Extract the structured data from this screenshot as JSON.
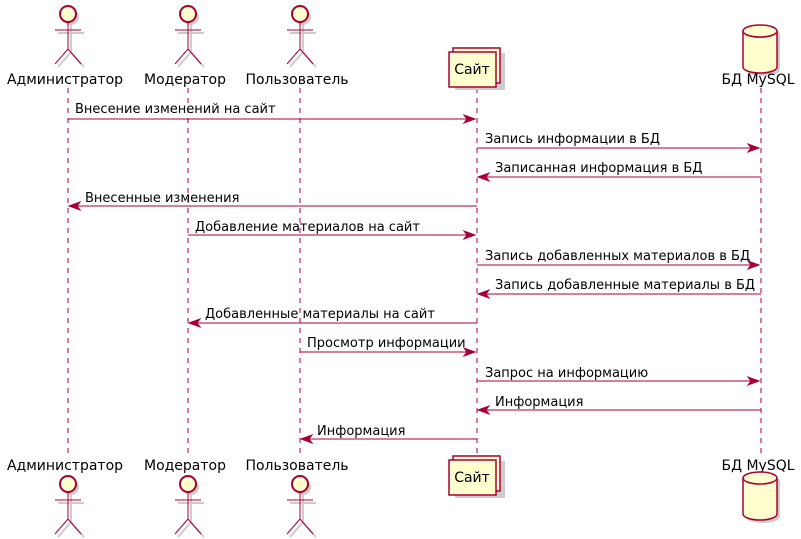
{
  "participants": {
    "admin": "Администратор",
    "moderator": "Модератор",
    "user": "Пользователь",
    "site": "Сайт",
    "db": "БД MySQL"
  },
  "messages": [
    "Внесение изменений на сайт",
    "Запись информации в БД",
    "Записанная информация в БД",
    "Внесенные изменения",
    "Добавление материалов на сайт",
    "Запись добавленных материалов в БД",
    "Запись добавленные материалы в БД",
    "Добавленные материалы на сайт",
    "Просмотр информации",
    "Запрос на информацию",
    "Информация",
    "Информация"
  ],
  "colors": {
    "line": "#A80036",
    "fill": "#FEFECE"
  }
}
